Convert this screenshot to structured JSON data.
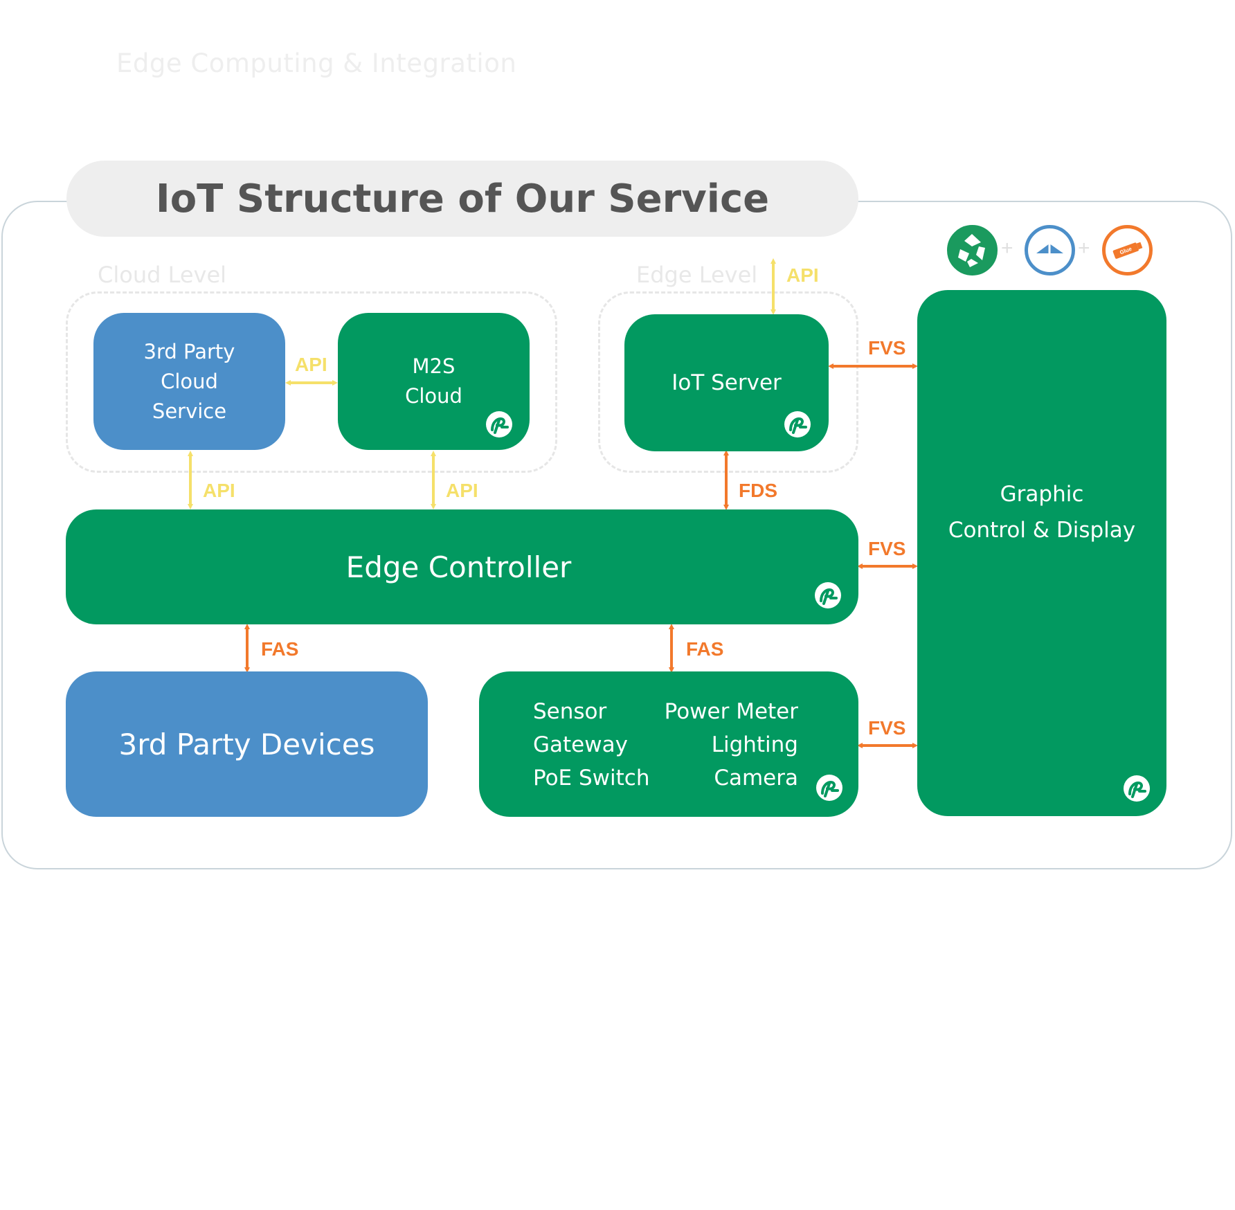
{
  "page_heading": "Edge Computing & Integration",
  "title": "IoT Structure of Our Service",
  "levels": {
    "cloud": "Cloud Level",
    "edge": "Edge Level"
  },
  "nodes": {
    "third_party_cloud": "3rd Party\nCloud\nService",
    "m2s_cloud": "M2S\nCloud",
    "iot_server": "IoT Server",
    "edge_controller": "Edge Controller",
    "third_party_devices": "3rd Party Devices",
    "graphic_control": "Graphic\nControl & Display",
    "device_list": {
      "left": [
        "Sensor",
        "Gateway",
        "PoE Switch"
      ],
      "right": [
        "Power Meter",
        "Lighting",
        "Camera"
      ]
    }
  },
  "connections": {
    "api_cloud_m2s": "API",
    "api_cloud_edge": "API",
    "api_m2s_edge": "API",
    "api_iot_up": "API",
    "fds": "FDS",
    "fvs_server": "FVS",
    "fvs_edge": "FVS",
    "fvs_devices": "FVS",
    "fas_3rd": "FAS",
    "fas_devices": "FAS"
  },
  "top_icons": {
    "icons": [
      "recycle-logo-icon",
      "cloud-dome-icon",
      "glue-stick-icon"
    ],
    "glue_text": "Glue",
    "separator": "+"
  },
  "colors": {
    "green": "#029960",
    "blue": "#4c8fc9",
    "api_arrow": "#f5e06a",
    "fds_arrow": "#f2792c"
  }
}
